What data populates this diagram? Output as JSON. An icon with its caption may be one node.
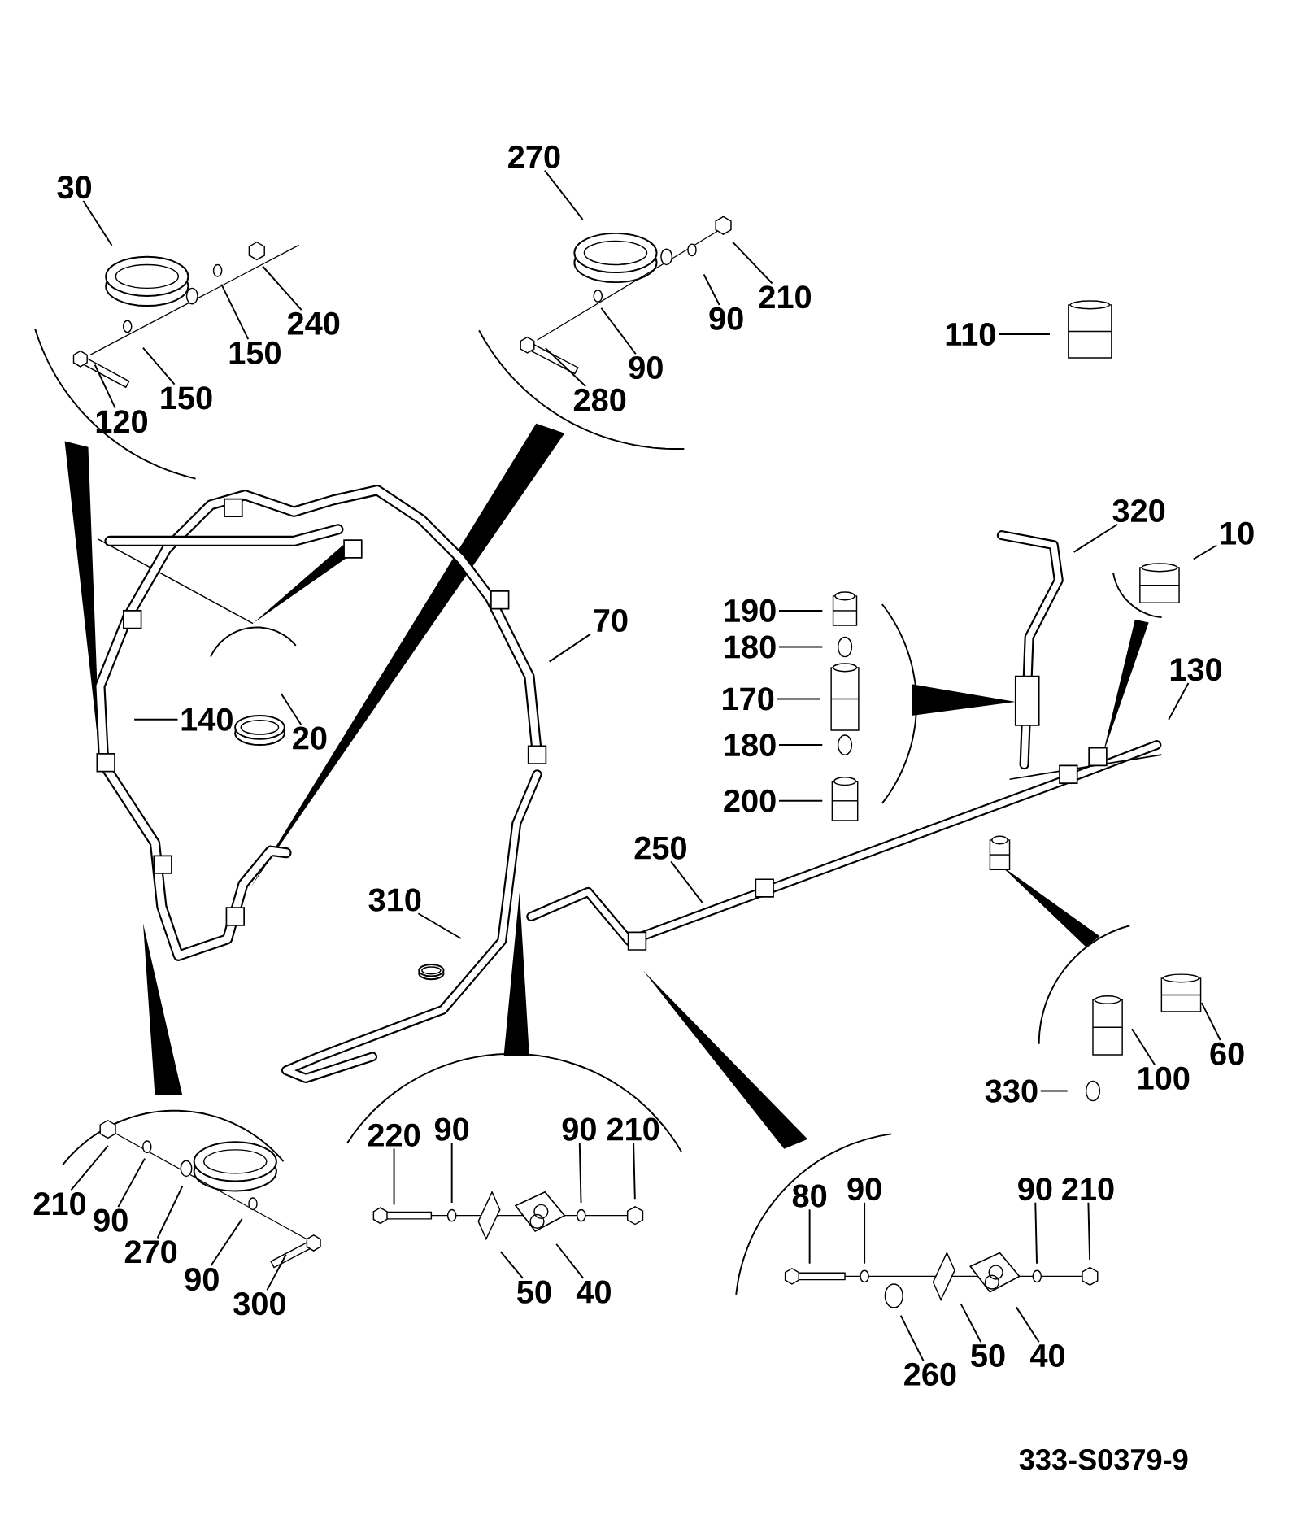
{
  "diagram": {
    "nodes": [
      {
        "text": [
          "270"
        ]
      },
      {
        "text": [
          "30"
        ]
      },
      {
        "text": [
          "210"
        ]
      },
      {
        "text": [
          "90"
        ]
      },
      {
        "text": [
          "240"
        ]
      },
      {
        "text": [
          "110"
        ]
      },
      {
        "text": [
          "150"
        ]
      },
      {
        "text": [
          "90"
        ]
      },
      {
        "text": [
          "150"
        ]
      },
      {
        "text": [
          "280"
        ]
      },
      {
        "text": [
          "120"
        ]
      },
      {
        "text": [
          "320"
        ]
      },
      {
        "text": [
          "10"
        ]
      },
      {
        "text": [
          "190"
        ]
      },
      {
        "text": [
          "70"
        ]
      },
      {
        "text": [
          "180"
        ]
      },
      {
        "text": [
          "130"
        ]
      },
      {
        "text": [
          "170"
        ]
      },
      {
        "text": [
          "140"
        ]
      },
      {
        "text": [
          "20"
        ]
      },
      {
        "text": [
          "180"
        ]
      },
      {
        "text": [
          "200"
        ]
      },
      {
        "text": [
          "250"
        ]
      },
      {
        "text": [
          "310"
        ]
      },
      {
        "text": [
          "60"
        ]
      },
      {
        "text": [
          "100"
        ]
      },
      {
        "text": [
          "330"
        ]
      },
      {
        "text": [
          "220"
        ]
      },
      {
        "text": [
          "90"
        ]
      },
      {
        "text": [
          "90"
        ]
      },
      {
        "text": [
          "210"
        ]
      },
      {
        "text": [
          "80"
        ]
      },
      {
        "text": [
          "90"
        ]
      },
      {
        "text": [
          "90"
        ]
      },
      {
        "text": [
          "210"
        ]
      },
      {
        "text": [
          "210"
        ]
      },
      {
        "text": [
          "90"
        ]
      },
      {
        "text": [
          "270"
        ]
      },
      {
        "text": [
          "90"
        ]
      },
      {
        "text": [
          "300"
        ]
      },
      {
        "text": [
          "50"
        ]
      },
      {
        "text": [
          "40"
        ]
      },
      {
        "text": [
          "50"
        ]
      },
      {
        "text": [
          "40"
        ]
      },
      {
        "text": [
          "260"
        ]
      }
    ],
    "edges": [
      {
        "from": 0,
        "to": null,
        "arrow": "none"
      },
      {
        "from": 1,
        "to": null,
        "arrow": "none"
      },
      {
        "from": 2,
        "to": null,
        "arrow": "none"
      },
      {
        "from": 3,
        "to": null,
        "arrow": "none"
      },
      {
        "from": 4,
        "to": null,
        "arrow": "none"
      },
      {
        "from": 5,
        "to": null,
        "arrow": "none"
      },
      {
        "from": 6,
        "to": null,
        "arrow": "none"
      },
      {
        "from": 7,
        "to": null,
        "arrow": "none"
      },
      {
        "from": 8,
        "to": null,
        "arrow": "none"
      },
      {
        "from": 9,
        "to": null,
        "arrow": "none"
      },
      {
        "from": 10,
        "to": null,
        "arrow": "none"
      },
      {
        "from": 11,
        "to": null,
        "arrow": "none"
      },
      {
        "from": 12,
        "to": null,
        "arrow": "none"
      },
      {
        "from": 13,
        "to": null,
        "arrow": "none"
      },
      {
        "from": 14,
        "to": null,
        "arrow": "none"
      },
      {
        "from": 15,
        "to": null,
        "arrow": "none"
      },
      {
        "from": 16,
        "to": null,
        "arrow": "none"
      },
      {
        "from": 17,
        "to": null,
        "arrow": "none"
      },
      {
        "from": 18,
        "to": null,
        "arrow": "none"
      },
      {
        "from": 19,
        "to": null,
        "arrow": "none"
      },
      {
        "from": 20,
        "to": null,
        "arrow": "none"
      },
      {
        "from": 21,
        "to": null,
        "arrow": "none"
      },
      {
        "from": 22,
        "to": null,
        "arrow": "none"
      },
      {
        "from": 23,
        "to": null,
        "arrow": "none"
      },
      {
        "from": 24,
        "to": null,
        "arrow": "none"
      },
      {
        "from": 25,
        "to": null,
        "arrow": "none"
      },
      {
        "from": 26,
        "to": null,
        "arrow": "none"
      },
      {
        "from": 27,
        "to": null,
        "arrow": "none"
      },
      {
        "from": 28,
        "to": null,
        "arrow": "none"
      },
      {
        "from": 29,
        "to": null,
        "arrow": "none"
      },
      {
        "from": 30,
        "to": null,
        "arrow": "none"
      },
      {
        "from": 31,
        "to": null,
        "arrow": "none"
      },
      {
        "from": 32,
        "to": null,
        "arrow": "none"
      },
      {
        "from": 33,
        "to": null,
        "arrow": "none"
      },
      {
        "from": 34,
        "to": null,
        "arrow": "none"
      },
      {
        "from": 35,
        "to": null,
        "arrow": "none"
      },
      {
        "from": 36,
        "to": null,
        "arrow": "none"
      },
      {
        "from": 37,
        "to": null,
        "arrow": "none"
      },
      {
        "from": 38,
        "to": null,
        "arrow": "none"
      },
      {
        "from": 39,
        "to": null,
        "arrow": "none"
      },
      {
        "from": 40,
        "to": null,
        "arrow": "none"
      },
      {
        "from": 41,
        "to": null,
        "arrow": "none"
      },
      {
        "from": 42,
        "to": null,
        "arrow": "none"
      },
      {
        "from": 43,
        "to": null,
        "arrow": "none"
      },
      {
        "from": 44,
        "to": null,
        "arrow": "none"
      }
    ],
    "labels": [
      "333-S0379-9"
    ]
  }
}
